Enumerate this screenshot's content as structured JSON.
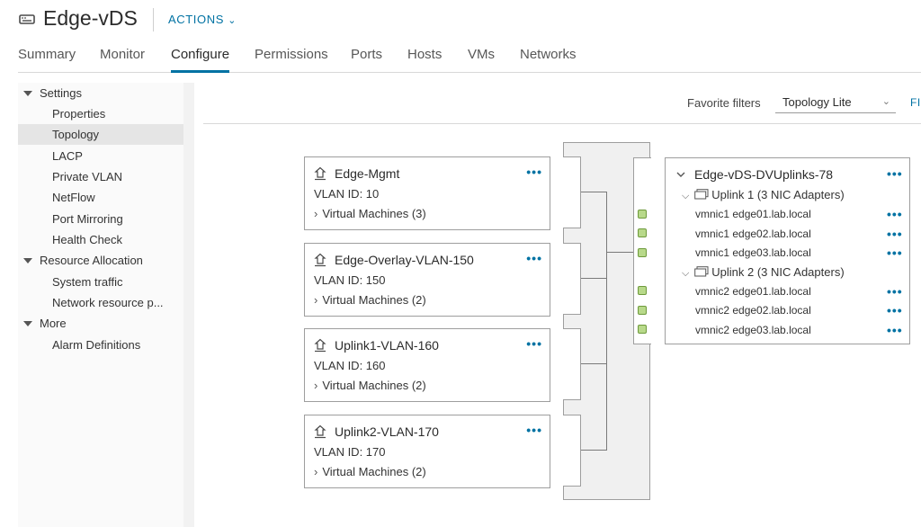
{
  "header": {
    "title": "Edge-vDS",
    "actions_label": "ACTIONS",
    "actions_chevron": "⌄"
  },
  "tabs": [
    {
      "label": "Summary"
    },
    {
      "label": "Monitor"
    },
    {
      "label": "Configure"
    },
    {
      "label": "Permissions"
    },
    {
      "label": "Ports"
    },
    {
      "label": "Hosts"
    },
    {
      "label": "VMs"
    },
    {
      "label": "Networks"
    }
  ],
  "sidebar": {
    "settings": "Settings",
    "settings_items": [
      {
        "label": "Properties"
      },
      {
        "label": "Topology"
      },
      {
        "label": "LACP"
      },
      {
        "label": "Private VLAN"
      },
      {
        "label": "NetFlow"
      },
      {
        "label": "Port Mirroring"
      },
      {
        "label": "Health Check"
      }
    ],
    "resource_allocation": "Resource Allocation",
    "resource_items": [
      {
        "label": "System traffic"
      },
      {
        "label": "Network resource p..."
      }
    ],
    "more": "More",
    "more_items": [
      {
        "label": "Alarm Definitions"
      }
    ]
  },
  "filters": {
    "label": "Favorite filters",
    "value": "Topology Lite",
    "chevron": "⌄",
    "truncated_button": "FI"
  },
  "portgroups": [
    {
      "name": "Edge-Mgmt",
      "vlan": "VLAN ID: 10",
      "vms": "Virtual Machines (3)",
      "more": "•••"
    },
    {
      "name": "Edge-Overlay-VLAN-150",
      "vlan": "VLAN ID: 150",
      "vms": "Virtual Machines (2)",
      "more": "•••"
    },
    {
      "name": "Uplink1-VLAN-160",
      "vlan": "VLAN ID: 160",
      "vms": "Virtual Machines (2)",
      "more": "•••"
    },
    {
      "name": "Uplink2-VLAN-170",
      "vlan": "VLAN ID: 170",
      "vms": "Virtual Machines (2)",
      "more": "•••"
    }
  ],
  "uplinks": {
    "title": "Edge-vDS-DVUplinks-78",
    "more": "•••",
    "groups": [
      {
        "label": "Uplink 1 (3 NIC Adapters)",
        "nics": [
          {
            "label": "vmnic1 edge01.lab.local"
          },
          {
            "label": "vmnic1 edge02.lab.local"
          },
          {
            "label": "vmnic1 edge03.lab.local"
          }
        ]
      },
      {
        "label": "Uplink 2 (3 NIC Adapters)",
        "nics": [
          {
            "label": "vmnic2 edge01.lab.local"
          },
          {
            "label": "vmnic2 edge02.lab.local"
          },
          {
            "label": "vmnic2 edge03.lab.local"
          }
        ]
      }
    ]
  },
  "colors": {
    "accent": "#0072a3",
    "port_fill": "#b8d98a"
  }
}
